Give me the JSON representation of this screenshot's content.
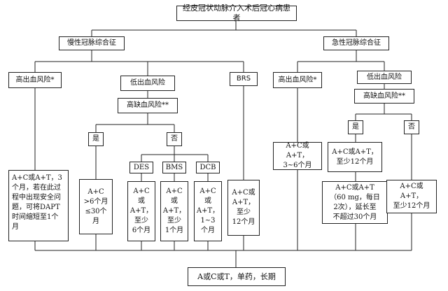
{
  "root": "经皮冠状动脉介入术后冠心病患者",
  "stable": {
    "title": "慢性冠脉综合征",
    "high_bleed": "高出血风险*",
    "high_bleed_regimen": "A+C或A+T，3个月，若在此过程中出现安全问题，可将DAPT时间缩短至1个月",
    "low_bleed": "低出血风险",
    "high_ischemia": "高缺血风险**",
    "yes": "是",
    "no": "否",
    "yes_regimen": [
      "A+C",
      ">6个月",
      "≤30个月"
    ],
    "des": "DES",
    "bms": "BMS",
    "dcb": "DCB",
    "des_regimen": [
      "A+C或",
      "A+T，",
      "至少",
      "6个月"
    ],
    "bms_regimen": [
      "A+C或",
      "A+T，",
      "至少",
      "1个月"
    ],
    "dcb_regimen": [
      "A+C或",
      "A+T，",
      "1~3",
      "个月"
    ]
  },
  "brs": {
    "label": "BRS",
    "regimen": [
      "A+C或",
      "A+T，",
      "至少",
      "12个月"
    ]
  },
  "acute": {
    "title": "急性冠脉综合征",
    "high_bleed": "高出血风险*",
    "high_bleed_regimen": [
      "A+C或A+T，",
      "3~6个月"
    ],
    "low_bleed": "低出血风险",
    "high_ischemia": "高缺血风险**",
    "yes": "是",
    "no": "否",
    "yes_regimen": [
      "A+C或A+T，",
      "至少12个月"
    ],
    "yes_extended": [
      "A+C或A+T",
      "（60 mg，每日",
      "2次），延长至",
      "不超过30个月"
    ],
    "no_regimen": [
      "A+C或A+T，",
      "至少12个月"
    ]
  },
  "final": "A或C或T，单药，长期"
}
